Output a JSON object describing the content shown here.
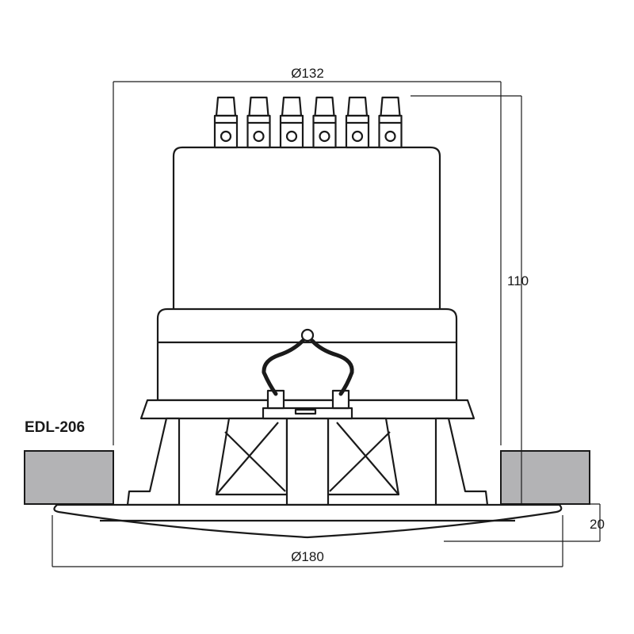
{
  "model": "EDL-206",
  "dimensions": {
    "outer_diameter": "Ø180",
    "body_diameter": "Ø132",
    "depth": "110",
    "grille_height": "20"
  },
  "terminal_count": 6,
  "colors": {
    "line": "#1a1a1a",
    "ceiling": "#b3b3b5",
    "background": "#ffffff"
  }
}
